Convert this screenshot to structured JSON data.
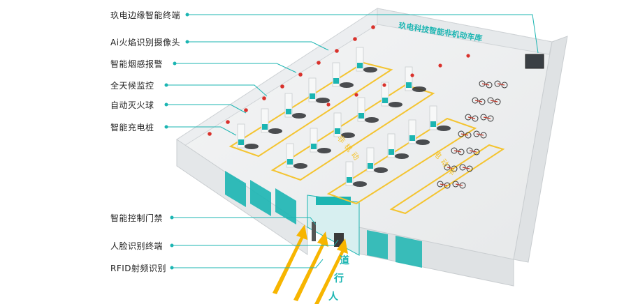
{
  "title": "玖电科技智能非机动车库",
  "labels": {
    "edge_terminal": "玖电边缘智能终端",
    "ai_camera": "Ai火焰识别摄像头",
    "smoke_alarm": "智能烟感报警",
    "weather_monitor": "全天候监控",
    "fire_ball": "自动灭火球",
    "charging_pile": "智能充电桩",
    "access_control": "智能控制门禁",
    "face_terminal": "人脸识别终端",
    "rfid": "RFID射频识别"
  },
  "floor_marks": {
    "pedestrian_path": [
      "道",
      "行",
      "人"
    ],
    "bike_lane": [
      "非",
      "机",
      "动"
    ],
    "ebike_lane": [
      "电",
      "动",
      "车"
    ]
  },
  "colors": {
    "teal": "#1bb5b2",
    "wall": "#e9eced",
    "floor": "#f2f3f4",
    "lane_yellow": "#f4c430",
    "arrow_yellow": "#f7b500",
    "fire_red": "#d9312b"
  }
}
